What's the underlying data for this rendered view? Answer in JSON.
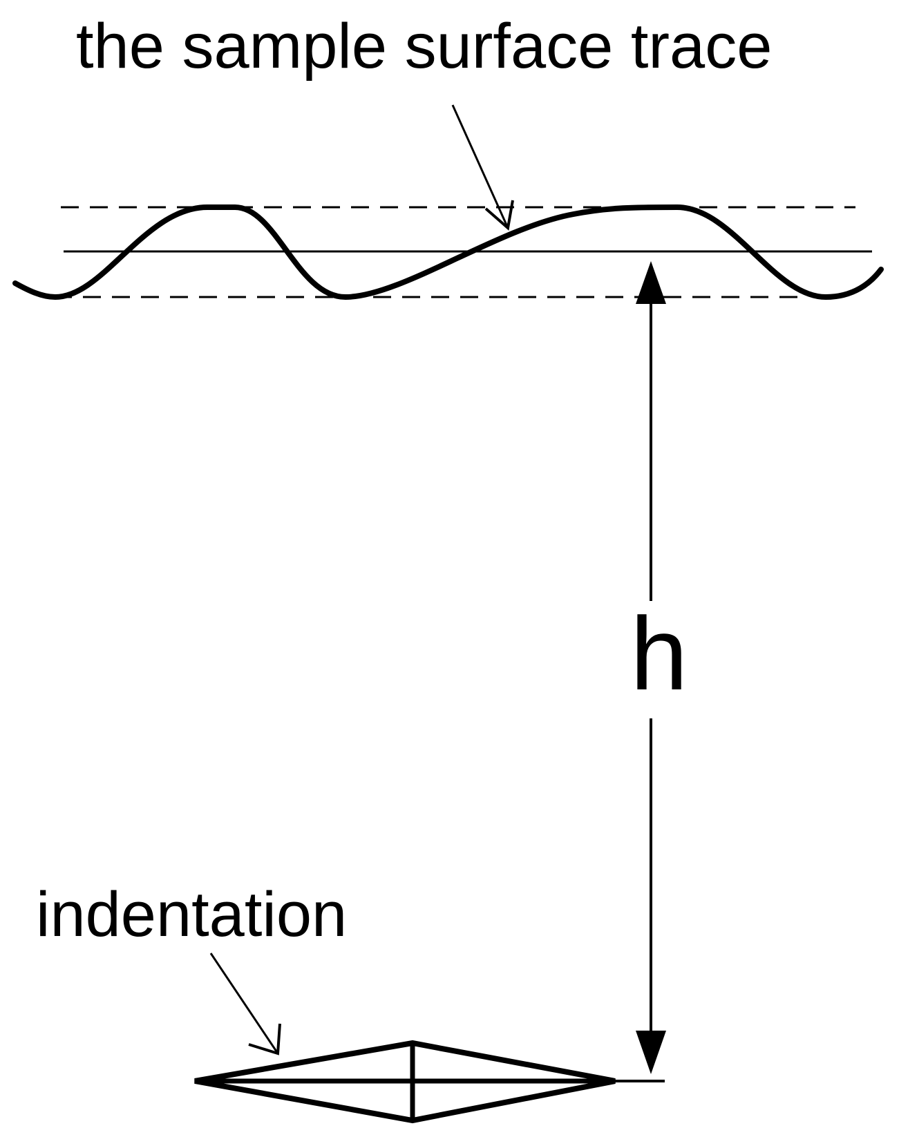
{
  "labels": {
    "surface_trace": "the sample surface trace",
    "height": "h",
    "indentation": "indentation"
  },
  "colors": {
    "line": "#000000",
    "background": "#ffffff"
  }
}
